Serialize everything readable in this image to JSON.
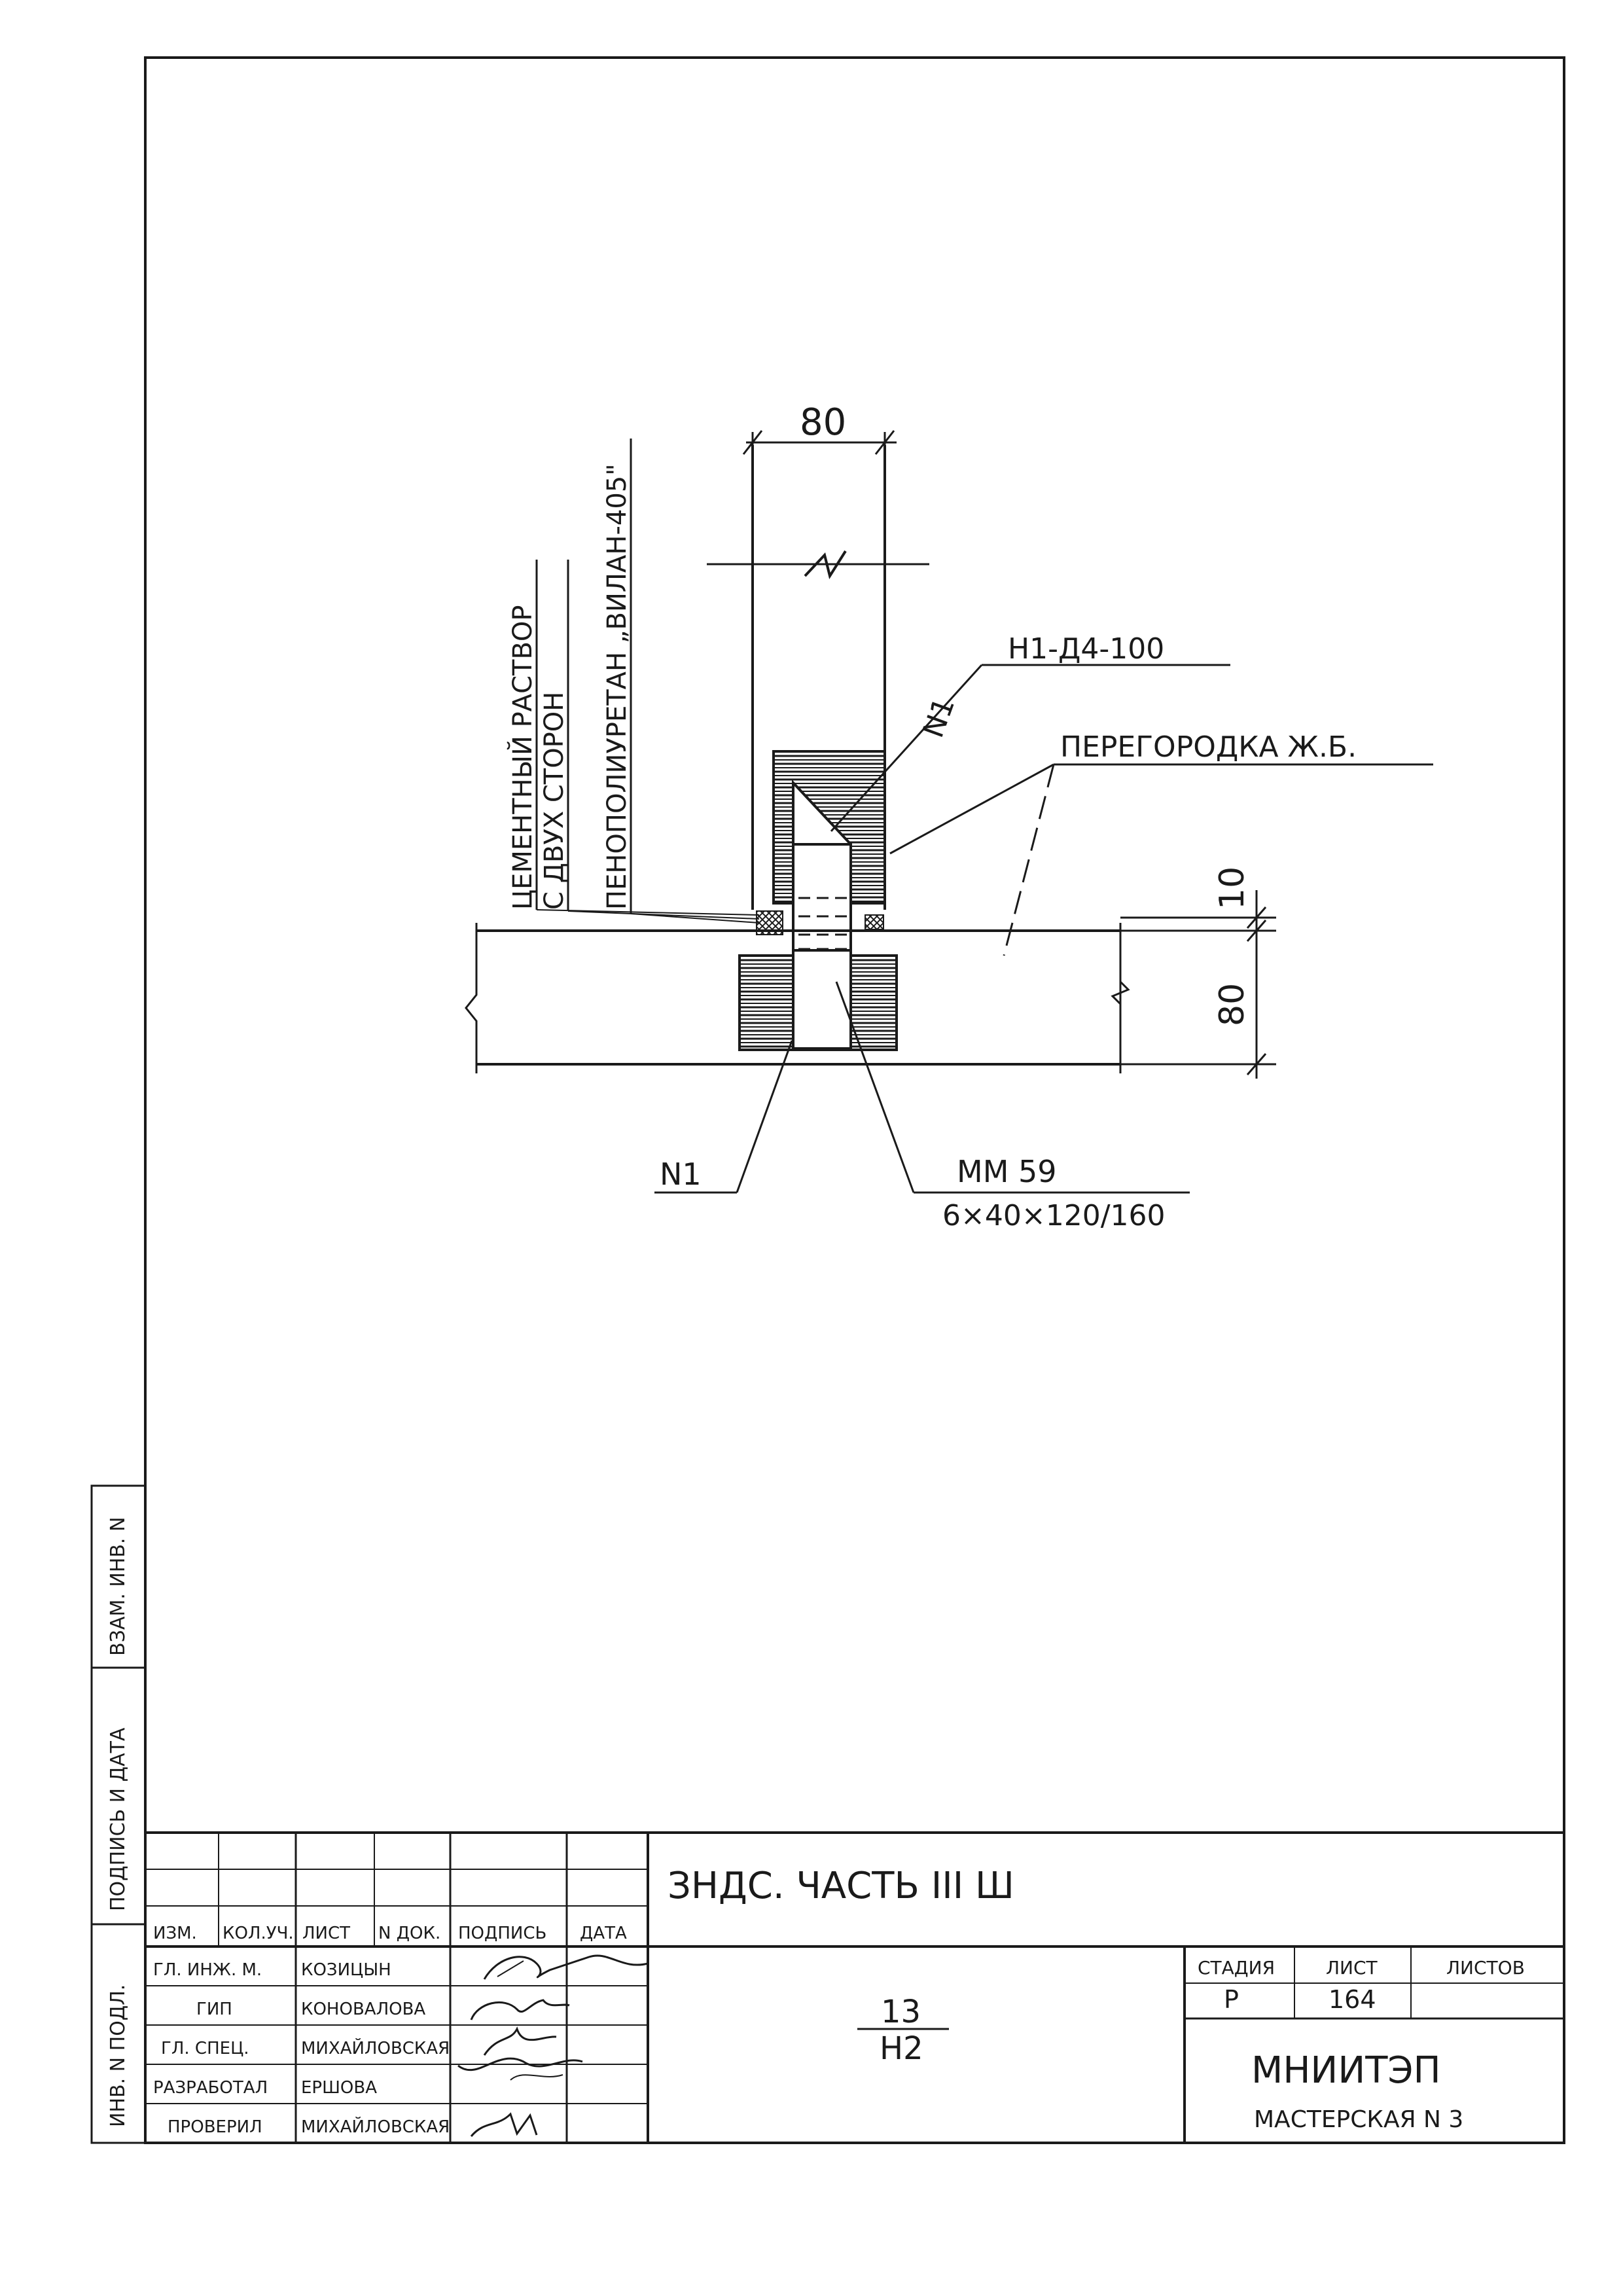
{
  "drawing": {
    "dim_width": "80",
    "dim_gap": "10",
    "dim_slab": "80",
    "label_vertical_1": "ЦЕМЕНТНЫЙ РАСТВОР",
    "label_vertical_2": "С ДВУХ СТОРОН",
    "label_vertical_3": "ПЕНОПОЛИУРЕТАН „ВИЛАН-405\"",
    "label_rebar": "Н1-Д4-100",
    "label_n1_top": "N1",
    "label_partition": "ПЕРЕГОРОДКА Ж.Б.",
    "label_n1_bottom": "N1",
    "label_mm": "ММ 59",
    "label_mm_size": "6×40×120/160"
  },
  "stamp": {
    "side_labels": [
      "ИНВ. N  ПОДЛ.",
      "ПОДПИСЬ  И  ДАТА",
      "ВЗАМ. ИНВ. N"
    ],
    "header": [
      "ИЗМ.",
      "КОЛ.УЧ.",
      "ЛИСТ",
      "N ДОК.",
      "ПОДПИСЬ",
      "ДАТА"
    ],
    "rows": [
      {
        "role": "ГЛ. ИНЖ. М.",
        "name": "КОЗИЦЫН"
      },
      {
        "role": "ГИП",
        "name": "КОНОВАЛОВА"
      },
      {
        "role": "ГЛ. СПЕЦ.",
        "name": "МИХАЙЛОВСКАЯ"
      },
      {
        "role": "РАЗРАБОТАЛ",
        "name": "ЕРШОВА"
      },
      {
        "role": "ПРОВЕРИЛ",
        "name": "МИХАЙЛОВСКАЯ"
      }
    ],
    "title": "ЗНДС. ЧАСТЬ III Ш",
    "node_num": "13",
    "node_den": "Н2",
    "stage_label": "СТАДИЯ",
    "sheet_label": "ЛИСТ",
    "sheets_label": "ЛИСТОВ",
    "stage": "Р",
    "sheet": "164",
    "sheets": "",
    "org": "МНИИТЭП",
    "workshop": "МАСТЕРСКАЯ N 3"
  }
}
